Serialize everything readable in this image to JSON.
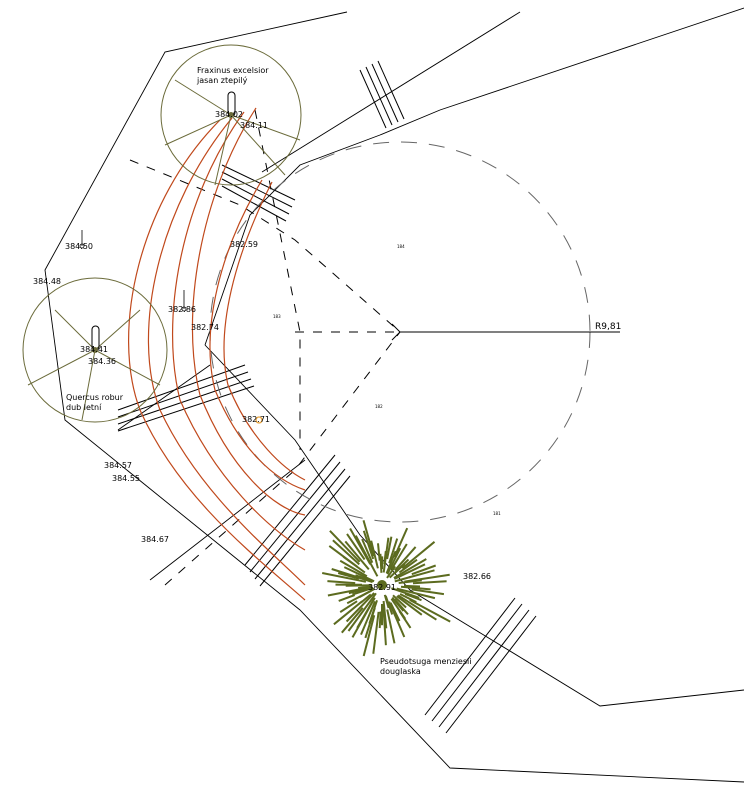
{
  "drawing": {
    "radius_label": "R9,81",
    "circle_labels": [
      "184",
      "183",
      "182",
      "181"
    ]
  },
  "trees": [
    {
      "name_latin": "Fraxinus excelsior",
      "name_local": "jasan ztepilý",
      "elevation": "384.02"
    },
    {
      "name_latin": "Quercus robur",
      "name_local": "dub letní",
      "elevation": "384.41"
    },
    {
      "name_latin": "Pseudotsuga menziesii",
      "name_local": "douglaska",
      "elevation": "382.91"
    }
  ],
  "elevations": [
    "384.11",
    "384.50",
    "384.48",
    "382.59",
    "382.86",
    "382.74",
    "384.36",
    "382.71",
    "384.57",
    "384.55",
    "384.67",
    "382.66"
  ],
  "colors": {
    "pipe": "#c0491c",
    "tree_outline": "#6b6b3a",
    "conifer": "#5c6b1f",
    "marker": "#e8a33c"
  }
}
